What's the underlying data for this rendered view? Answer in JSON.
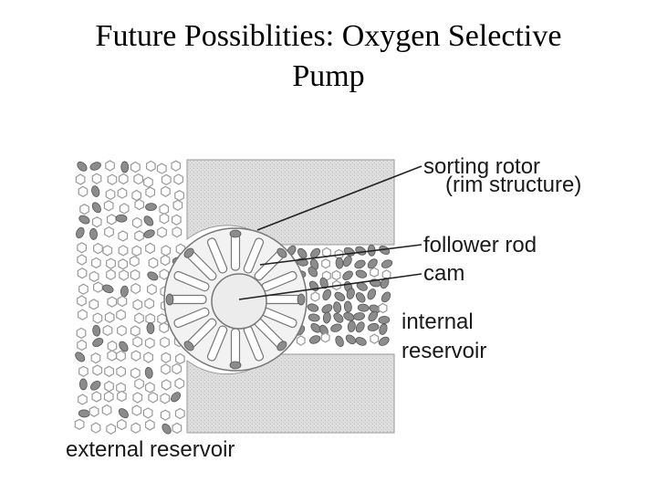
{
  "title": {
    "line1": "Future Possiblities: Oxygen Selective",
    "line2": "Pump"
  },
  "diagram": {
    "labels": {
      "sorting_rotor_line1": "sorting rotor",
      "sorting_rotor_line2": "(rim structure)",
      "follower_rod": "follower rod",
      "cam": "cam",
      "internal_reservoir_line1": "internal",
      "internal_reservoir_line2": "reservoir",
      "external_reservoir": "external reservoir"
    },
    "colors": {
      "wall_fill": "#dcdcdc",
      "molecule_outline": "#9a9a9a",
      "oxygen_fill": "#8c8c8c",
      "line": "#333333"
    }
  }
}
